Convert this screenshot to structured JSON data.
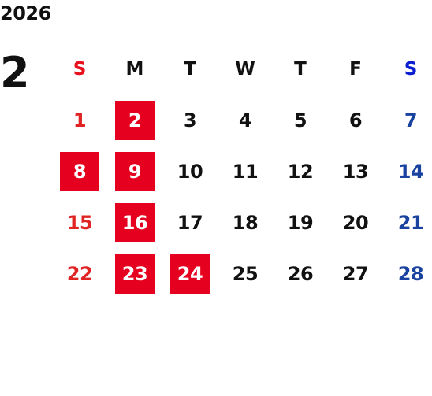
{
  "calendar": {
    "year": "2026",
    "month": "2",
    "weekdays": [
      "S",
      "M",
      "T",
      "W",
      "T",
      "F",
      "S"
    ],
    "weeks": [
      [
        "1",
        "2",
        "3",
        "4",
        "5",
        "6",
        "7"
      ],
      [
        "8",
        "9",
        "10",
        "11",
        "12",
        "13",
        "14"
      ],
      [
        "15",
        "16",
        "17",
        "18",
        "19",
        "20",
        "21"
      ],
      [
        "22",
        "23",
        "24",
        "25",
        "26",
        "27",
        "28"
      ]
    ],
    "highlighted_days": [
      "2",
      "8",
      "9",
      "16",
      "23",
      "24"
    ],
    "colors": {
      "sunday": "#e02424",
      "saturday": "#1a43a0",
      "highlight_bg": "#e60020",
      "text": "#111111"
    }
  }
}
